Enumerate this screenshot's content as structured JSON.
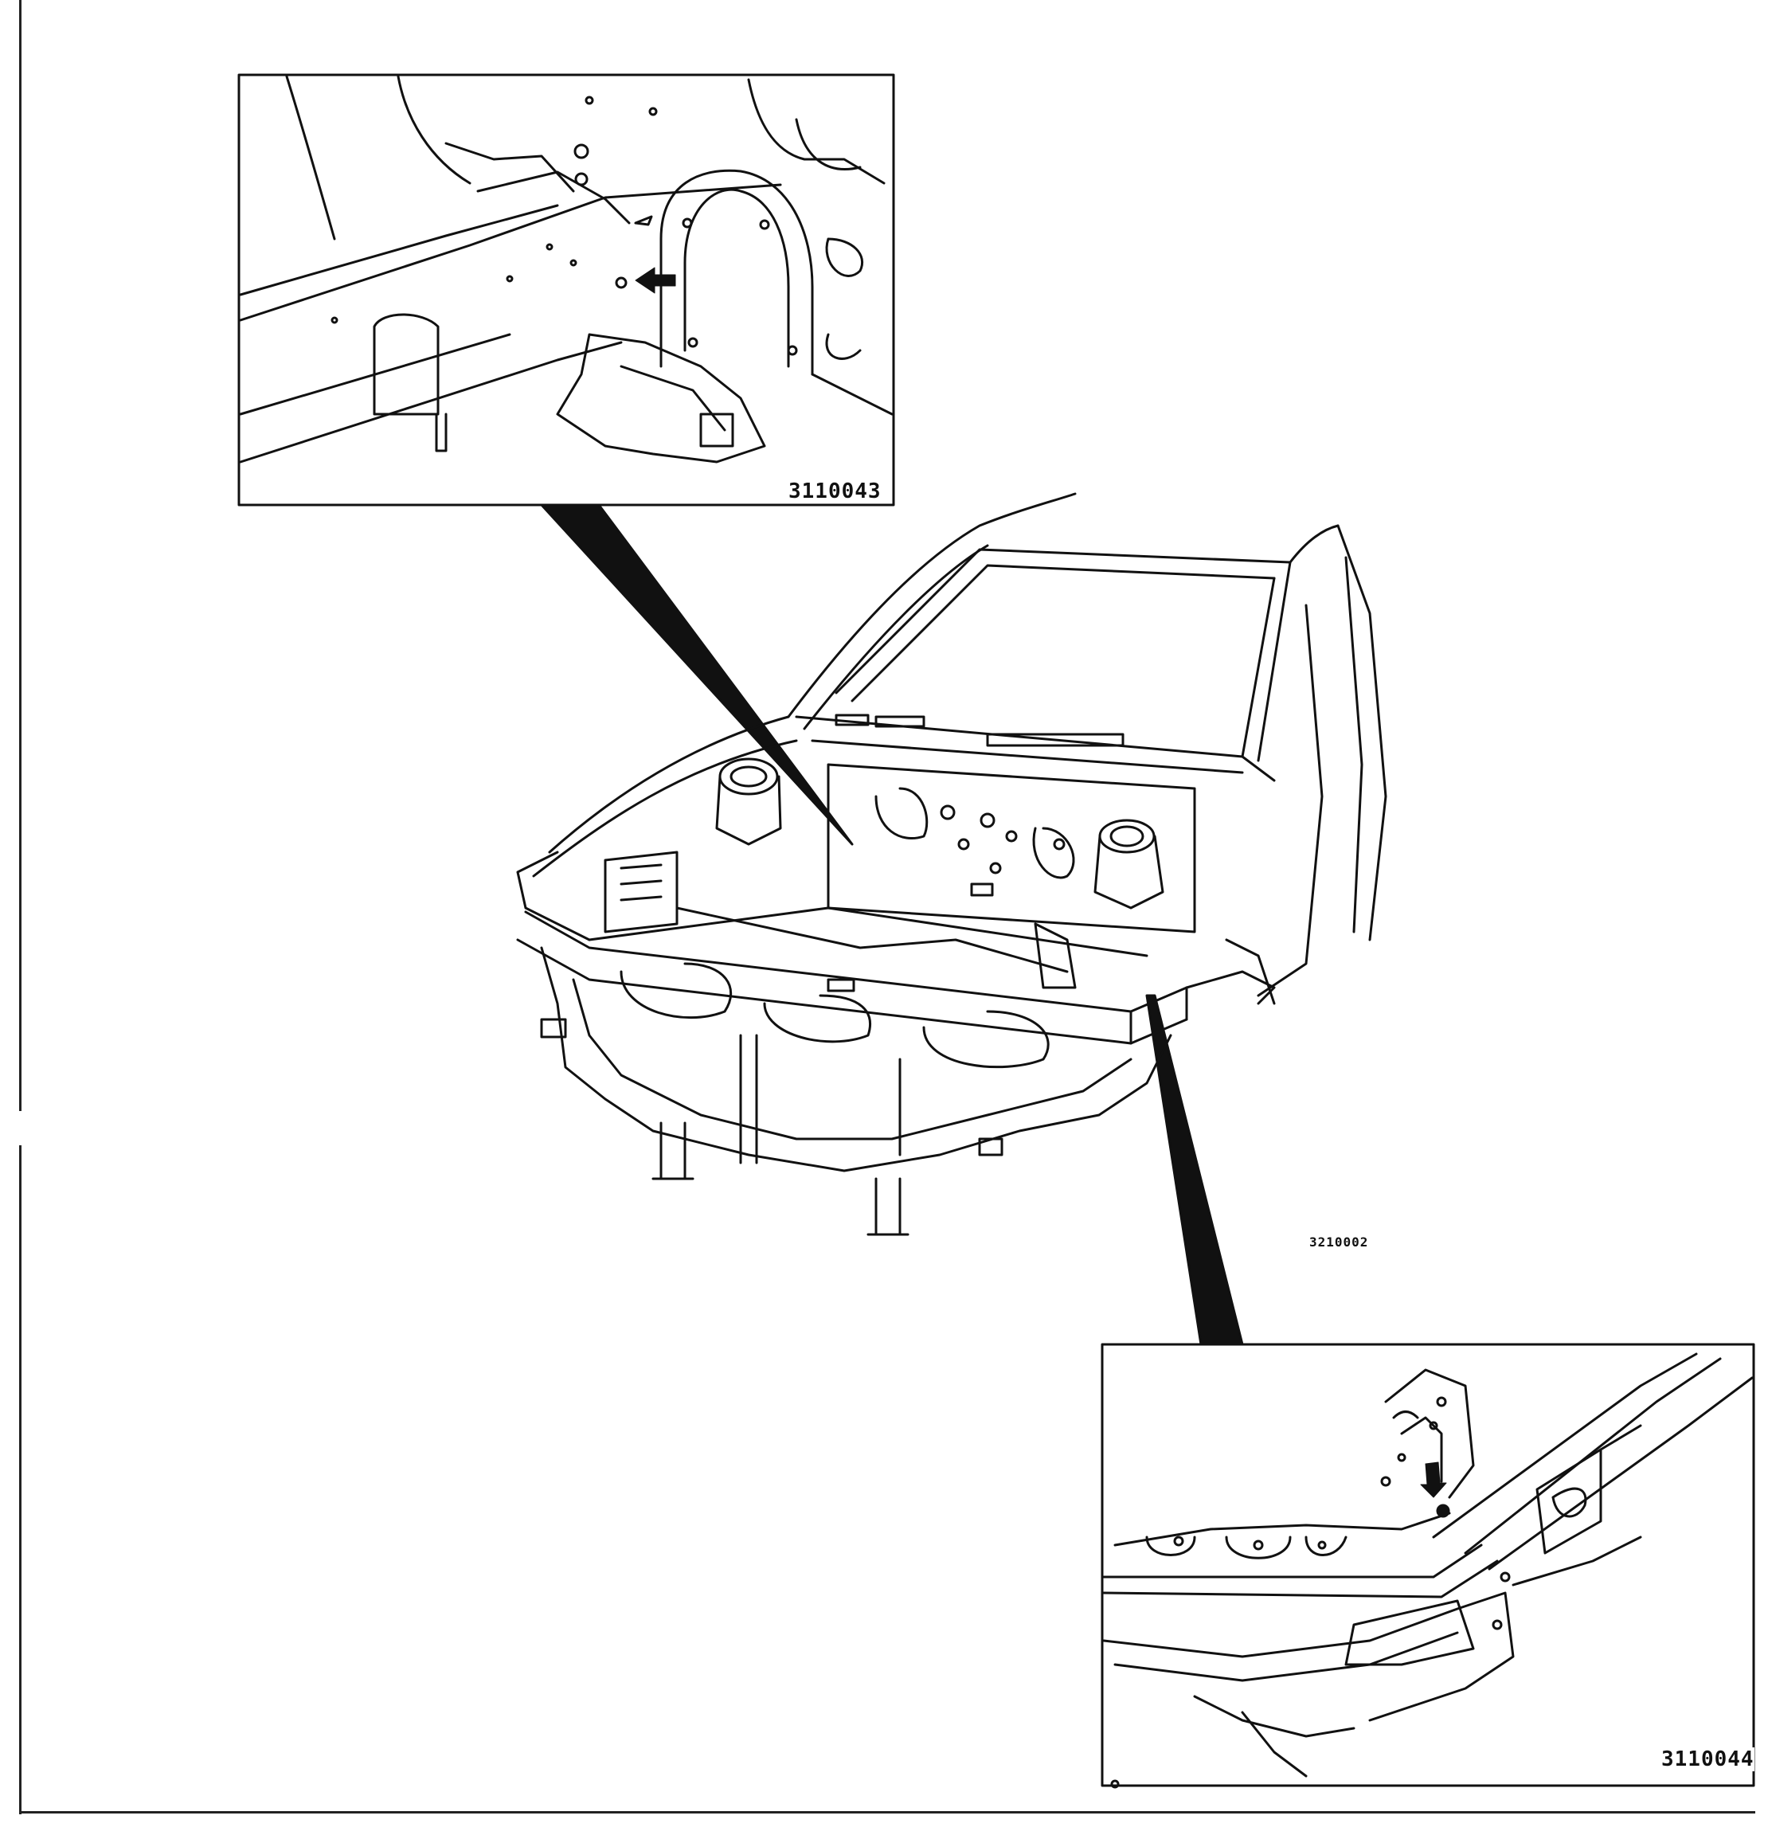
{
  "figure": {
    "main_ref": "3210002",
    "inset_top_left_ref": "3110043",
    "inset_bottom_right_ref": "3110044"
  },
  "colors": {
    "ink": "#111111",
    "paper": "#ffffff"
  },
  "icons": [
    "arrow-left-icon",
    "arrow-down-icon"
  ]
}
